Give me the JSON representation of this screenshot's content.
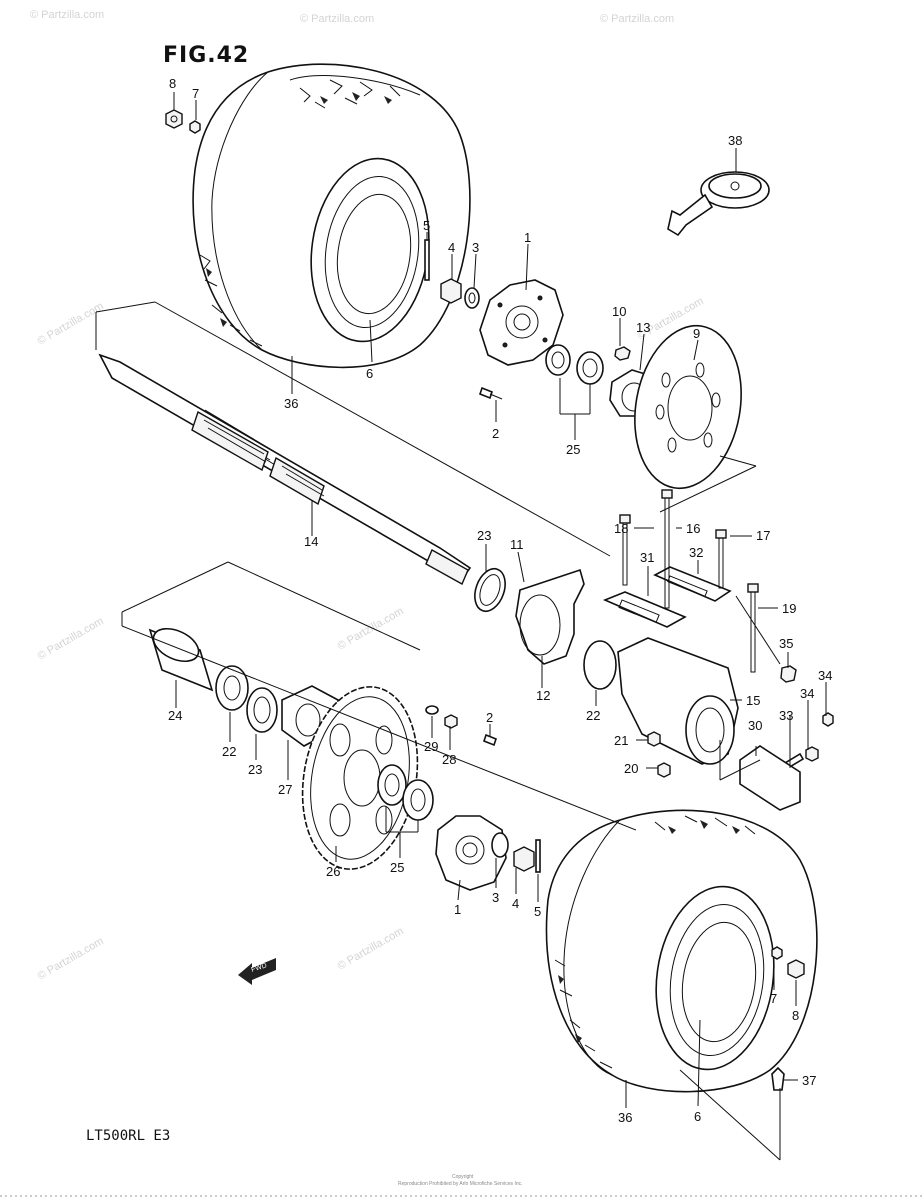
{
  "figure": {
    "title": "FIG.42",
    "model": "LT500RL  E3"
  },
  "watermark": "© Partzilla.com",
  "footer": {
    "line1": "Copyright",
    "line2": "Reproduction Prohibited by Arlo Microfiche Services Inc."
  },
  "fwd_label": "FWD",
  "callouts": [
    {
      "id": "8",
      "text": "8"
    },
    {
      "id": "7",
      "text": "7"
    },
    {
      "id": "5",
      "text": "5"
    },
    {
      "id": "4",
      "text": "4"
    },
    {
      "id": "3",
      "text": "3"
    },
    {
      "id": "1",
      "text": "1"
    },
    {
      "id": "38",
      "text": "38"
    },
    {
      "id": "10",
      "text": "10"
    },
    {
      "id": "13",
      "text": "13"
    },
    {
      "id": "9",
      "text": "9"
    },
    {
      "id": "6",
      "text": "6"
    },
    {
      "id": "36",
      "text": "36"
    },
    {
      "id": "2",
      "text": "2"
    },
    {
      "id": "25",
      "text": "25"
    },
    {
      "id": "14",
      "text": "14"
    },
    {
      "id": "18",
      "text": "18"
    },
    {
      "id": "16",
      "text": "16"
    },
    {
      "id": "17",
      "text": "17"
    },
    {
      "id": "23",
      "text": "23"
    },
    {
      "id": "11",
      "text": "11"
    },
    {
      "id": "31",
      "text": "31"
    },
    {
      "id": "32",
      "text": "32"
    },
    {
      "id": "19",
      "text": "19"
    },
    {
      "id": "35",
      "text": "35"
    },
    {
      "id": "34",
      "text": "34"
    },
    {
      "id": "34b",
      "text": "34"
    },
    {
      "id": "12",
      "text": "12"
    },
    {
      "id": "15",
      "text": "15"
    },
    {
      "id": "24",
      "text": "24"
    },
    {
      "id": "22",
      "text": "22"
    },
    {
      "id": "23b",
      "text": "23"
    },
    {
      "id": "27",
      "text": "27"
    },
    {
      "id": "29",
      "text": "29"
    },
    {
      "id": "28",
      "text": "28"
    },
    {
      "id": "2b",
      "text": "2"
    },
    {
      "id": "22b",
      "text": "22"
    },
    {
      "id": "30",
      "text": "30"
    },
    {
      "id": "33",
      "text": "33"
    },
    {
      "id": "21",
      "text": "21"
    },
    {
      "id": "20",
      "text": "20"
    },
    {
      "id": "26",
      "text": "26"
    },
    {
      "id": "25b",
      "text": "25"
    },
    {
      "id": "3b",
      "text": "3"
    },
    {
      "id": "4b",
      "text": "4"
    },
    {
      "id": "5b",
      "text": "5"
    },
    {
      "id": "1b",
      "text": "1"
    },
    {
      "id": "7b",
      "text": "7"
    },
    {
      "id": "8b",
      "text": "8"
    },
    {
      "id": "37",
      "text": "37"
    },
    {
      "id": "36b",
      "text": "36"
    },
    {
      "id": "6b",
      "text": "6"
    }
  ]
}
